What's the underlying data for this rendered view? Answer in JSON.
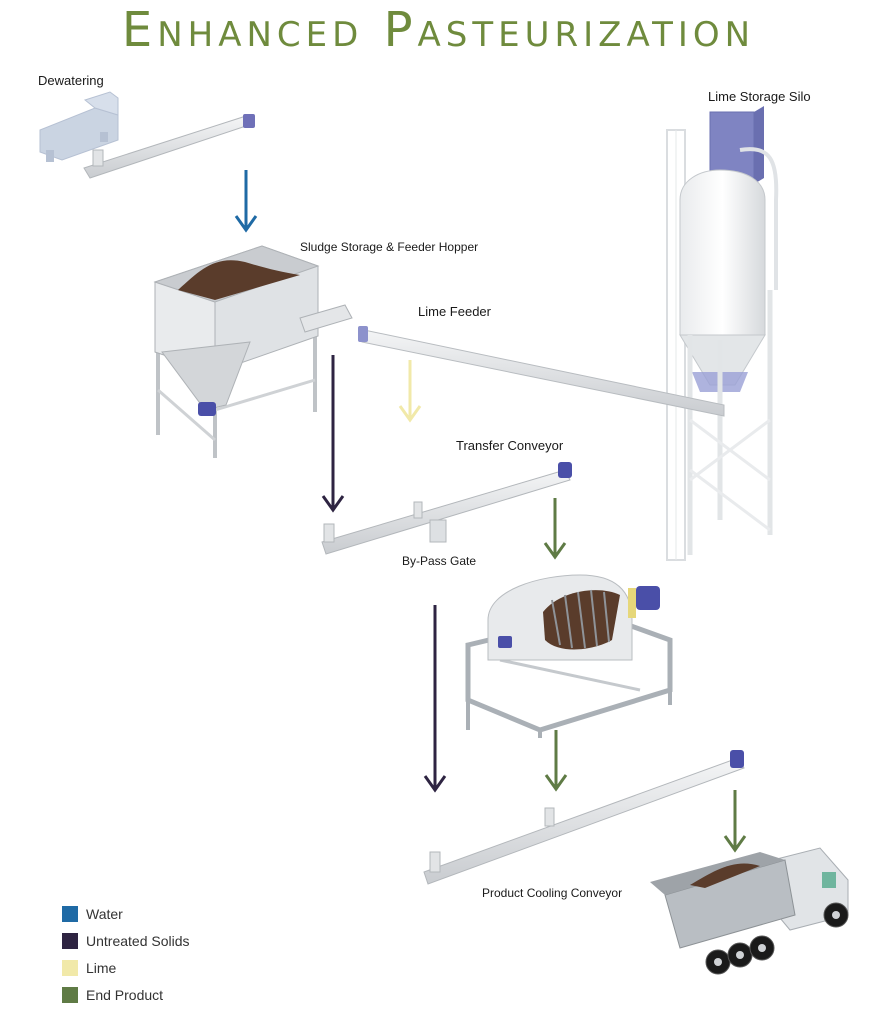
{
  "title": "Enhanced Pasteurization",
  "labels": {
    "dewatering": "Dewatering",
    "lime_silo": "Lime Storage Silo",
    "hopper": "Sludge Storage & Feeder Hopper",
    "lime_feeder": "Lime Feeder",
    "transfer_conveyor": "Transfer Conveyor",
    "bypass_gate": "By-Pass Gate",
    "cooling_conveyor": "Product Cooling Conveyor"
  },
  "legend": [
    {
      "label": "Water",
      "color": "#1f6aa5"
    },
    {
      "label": "Untreated Solids",
      "color": "#2e2442"
    },
    {
      "label": "Lime",
      "color": "#f1e9a9"
    },
    {
      "label": "End Product",
      "color": "#5f7b45"
    }
  ]
}
